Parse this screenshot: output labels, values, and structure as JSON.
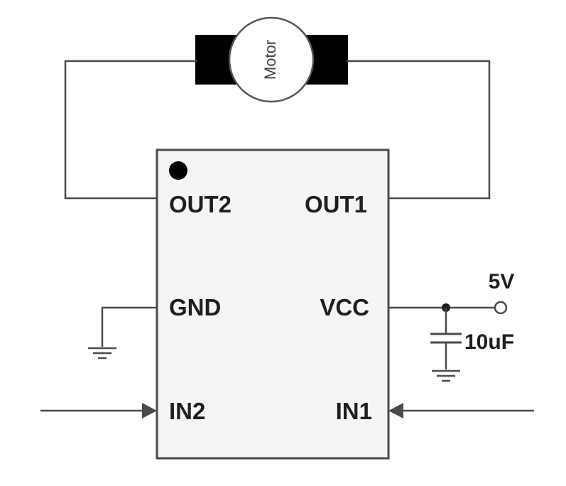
{
  "motor": {
    "label": "Motor"
  },
  "chip": {
    "pins": {
      "out2": "OUT2",
      "out1": "OUT1",
      "gnd": "GND",
      "vcc": "VCC",
      "in2": "IN2",
      "in1": "IN1"
    }
  },
  "supply": {
    "voltage_label": "5V"
  },
  "capacitor": {
    "value_label": "10uF"
  },
  "colors": {
    "line": "#4a4a4a",
    "chip_fill": "#f5f5f5",
    "motor_body": "#000000",
    "text": "#1f1f1f"
  }
}
